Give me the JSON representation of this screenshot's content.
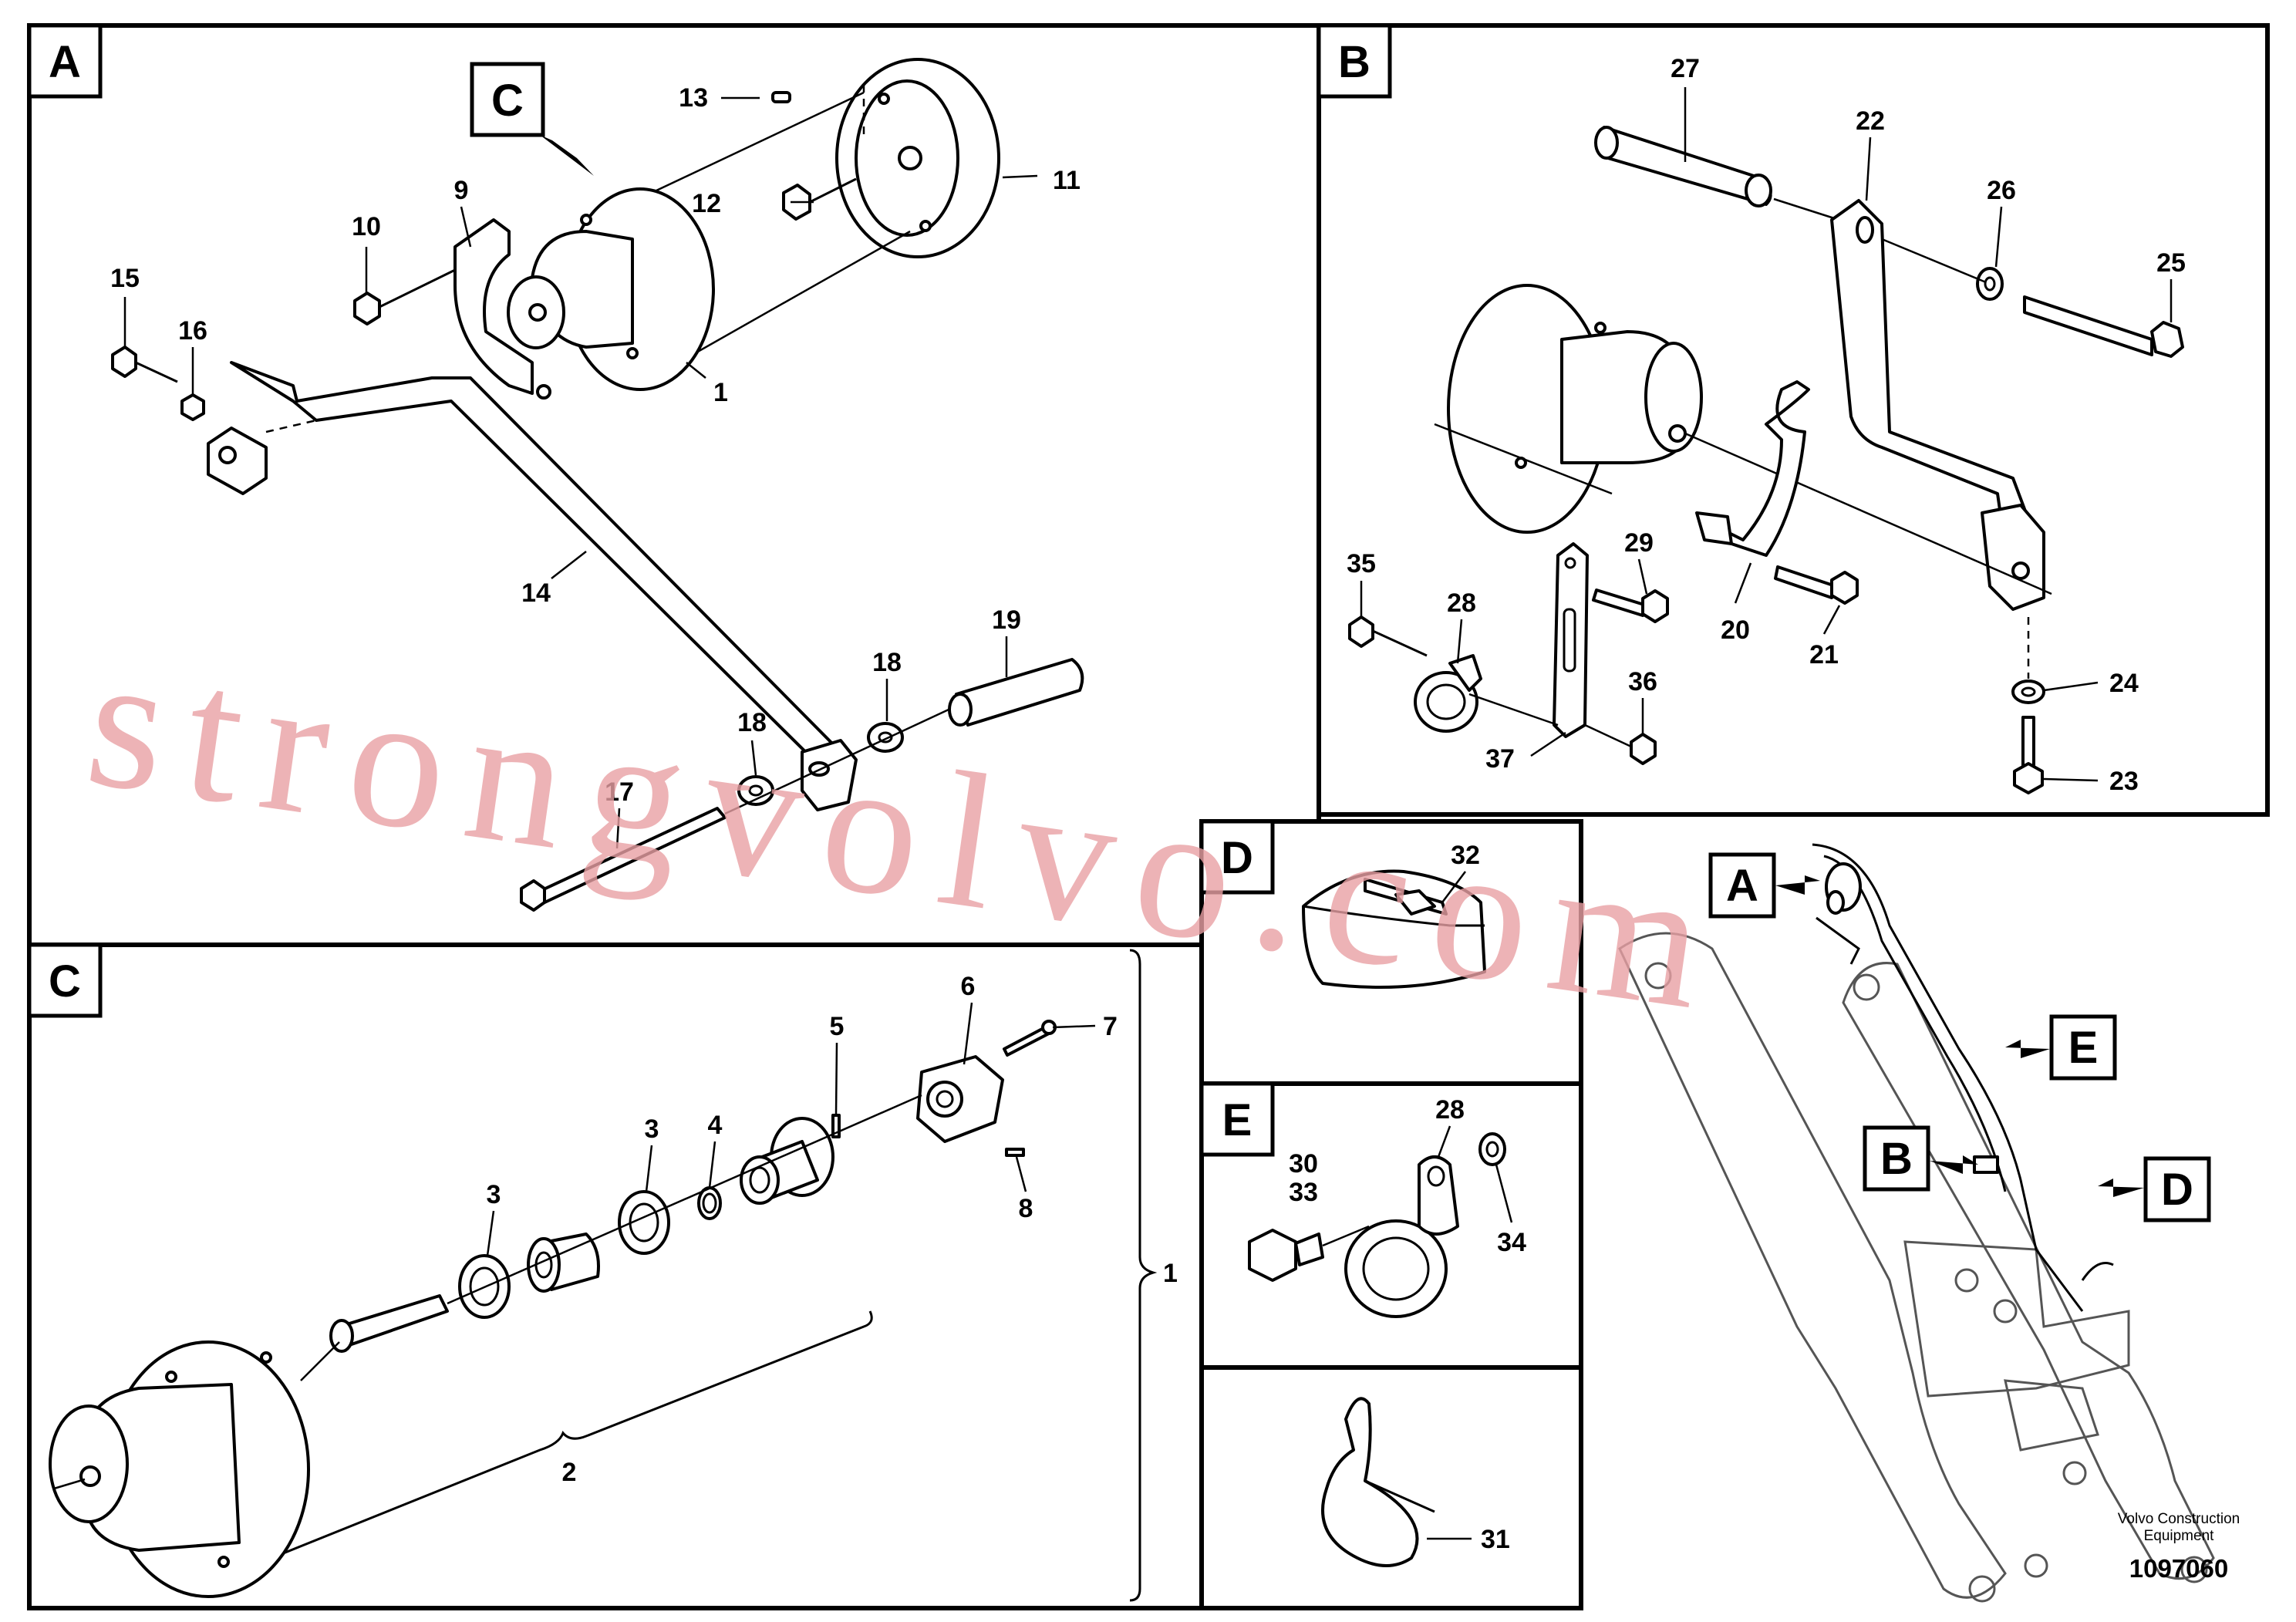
{
  "panels": {
    "A": "A",
    "B": "B",
    "C": "C",
    "D": "D",
    "E": "E"
  },
  "callouts": {
    "panel_a_detail_ref": "C",
    "overview_a": "A",
    "overview_b": "B",
    "overview_d": "D",
    "overview_e": "E"
  },
  "part_numbers": {
    "p1": "1",
    "p2": "2",
    "p3": "3",
    "p4": "4",
    "p5": "5",
    "p6": "6",
    "p7": "7",
    "p8": "8",
    "p9": "9",
    "p10": "10",
    "p11": "11",
    "p12": "12",
    "p13": "13",
    "p14": "14",
    "p15": "15",
    "p16": "16",
    "p17": "17",
    "p18": "18",
    "p19": "19",
    "p20": "20",
    "p21": "21",
    "p22": "22",
    "p23": "23",
    "p24": "24",
    "p25": "25",
    "p26": "26",
    "p27": "27",
    "p28": "28",
    "p29": "29",
    "p30": "30",
    "p31": "31",
    "p32": "32",
    "p33": "33",
    "p34": "34",
    "p35": "35",
    "p36": "36",
    "p37": "37"
  },
  "footer": {
    "brand_line1": "Volvo Construction",
    "brand_line2": "Equipment",
    "document_number": "1097060"
  },
  "watermark": "strongvolvo.com"
}
